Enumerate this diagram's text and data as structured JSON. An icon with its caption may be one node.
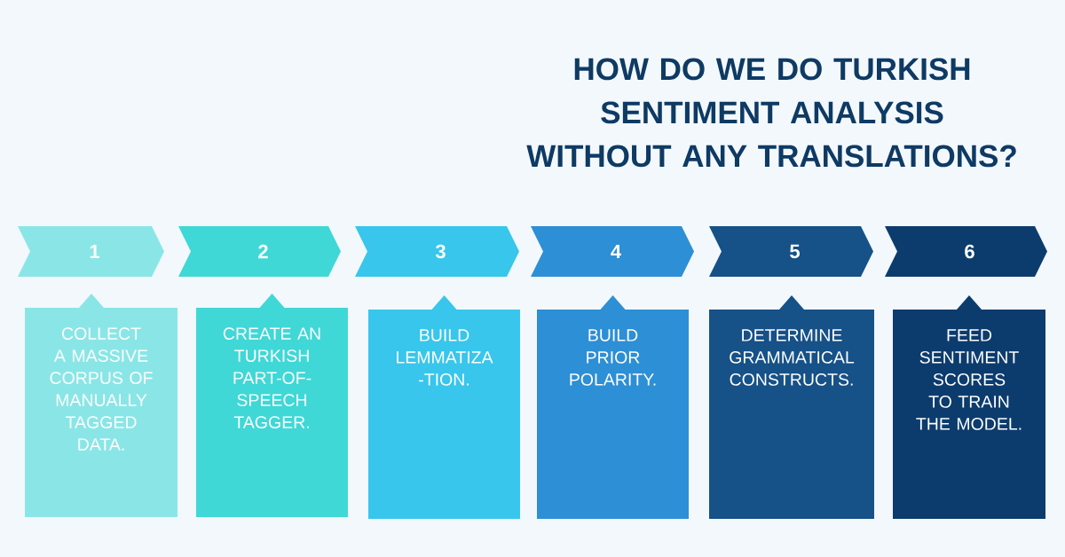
{
  "diagram": {
    "title": "HOW DO WE DO TURKISH SENTIMENT ANALYSIS WITHOUT ANY TRANSLATIONS?",
    "nodes": [
      {
        "text": [
          "1"
        ]
      },
      {
        "text": [
          "2"
        ]
      },
      {
        "text": [
          "3"
        ]
      },
      {
        "text": [
          "4"
        ]
      },
      {
        "text": [
          "5"
        ]
      },
      {
        "text": [
          "6"
        ]
      },
      {
        "text": [
          "COLLECT A MASSIVE CORPUS OF MANUALLY TAGGED DATA."
        ]
      },
      {
        "text": [
          "CREATE AN TURKISH PART-OF- SPEECH TAGGER."
        ]
      },
      {
        "text": [
          "BUILD LEMMATIZA -TION."
        ]
      },
      {
        "text": [
          "BUILD PRIOR POLARITY."
        ]
      },
      {
        "text": [
          "DETERMINE GRAMMATICAL CONSTRUCTS."
        ]
      },
      {
        "text": [
          "FEED SENTIMENT SCORES TO TRAIN THE MODEL."
        ]
      }
    ],
    "edges": []
  }
}
